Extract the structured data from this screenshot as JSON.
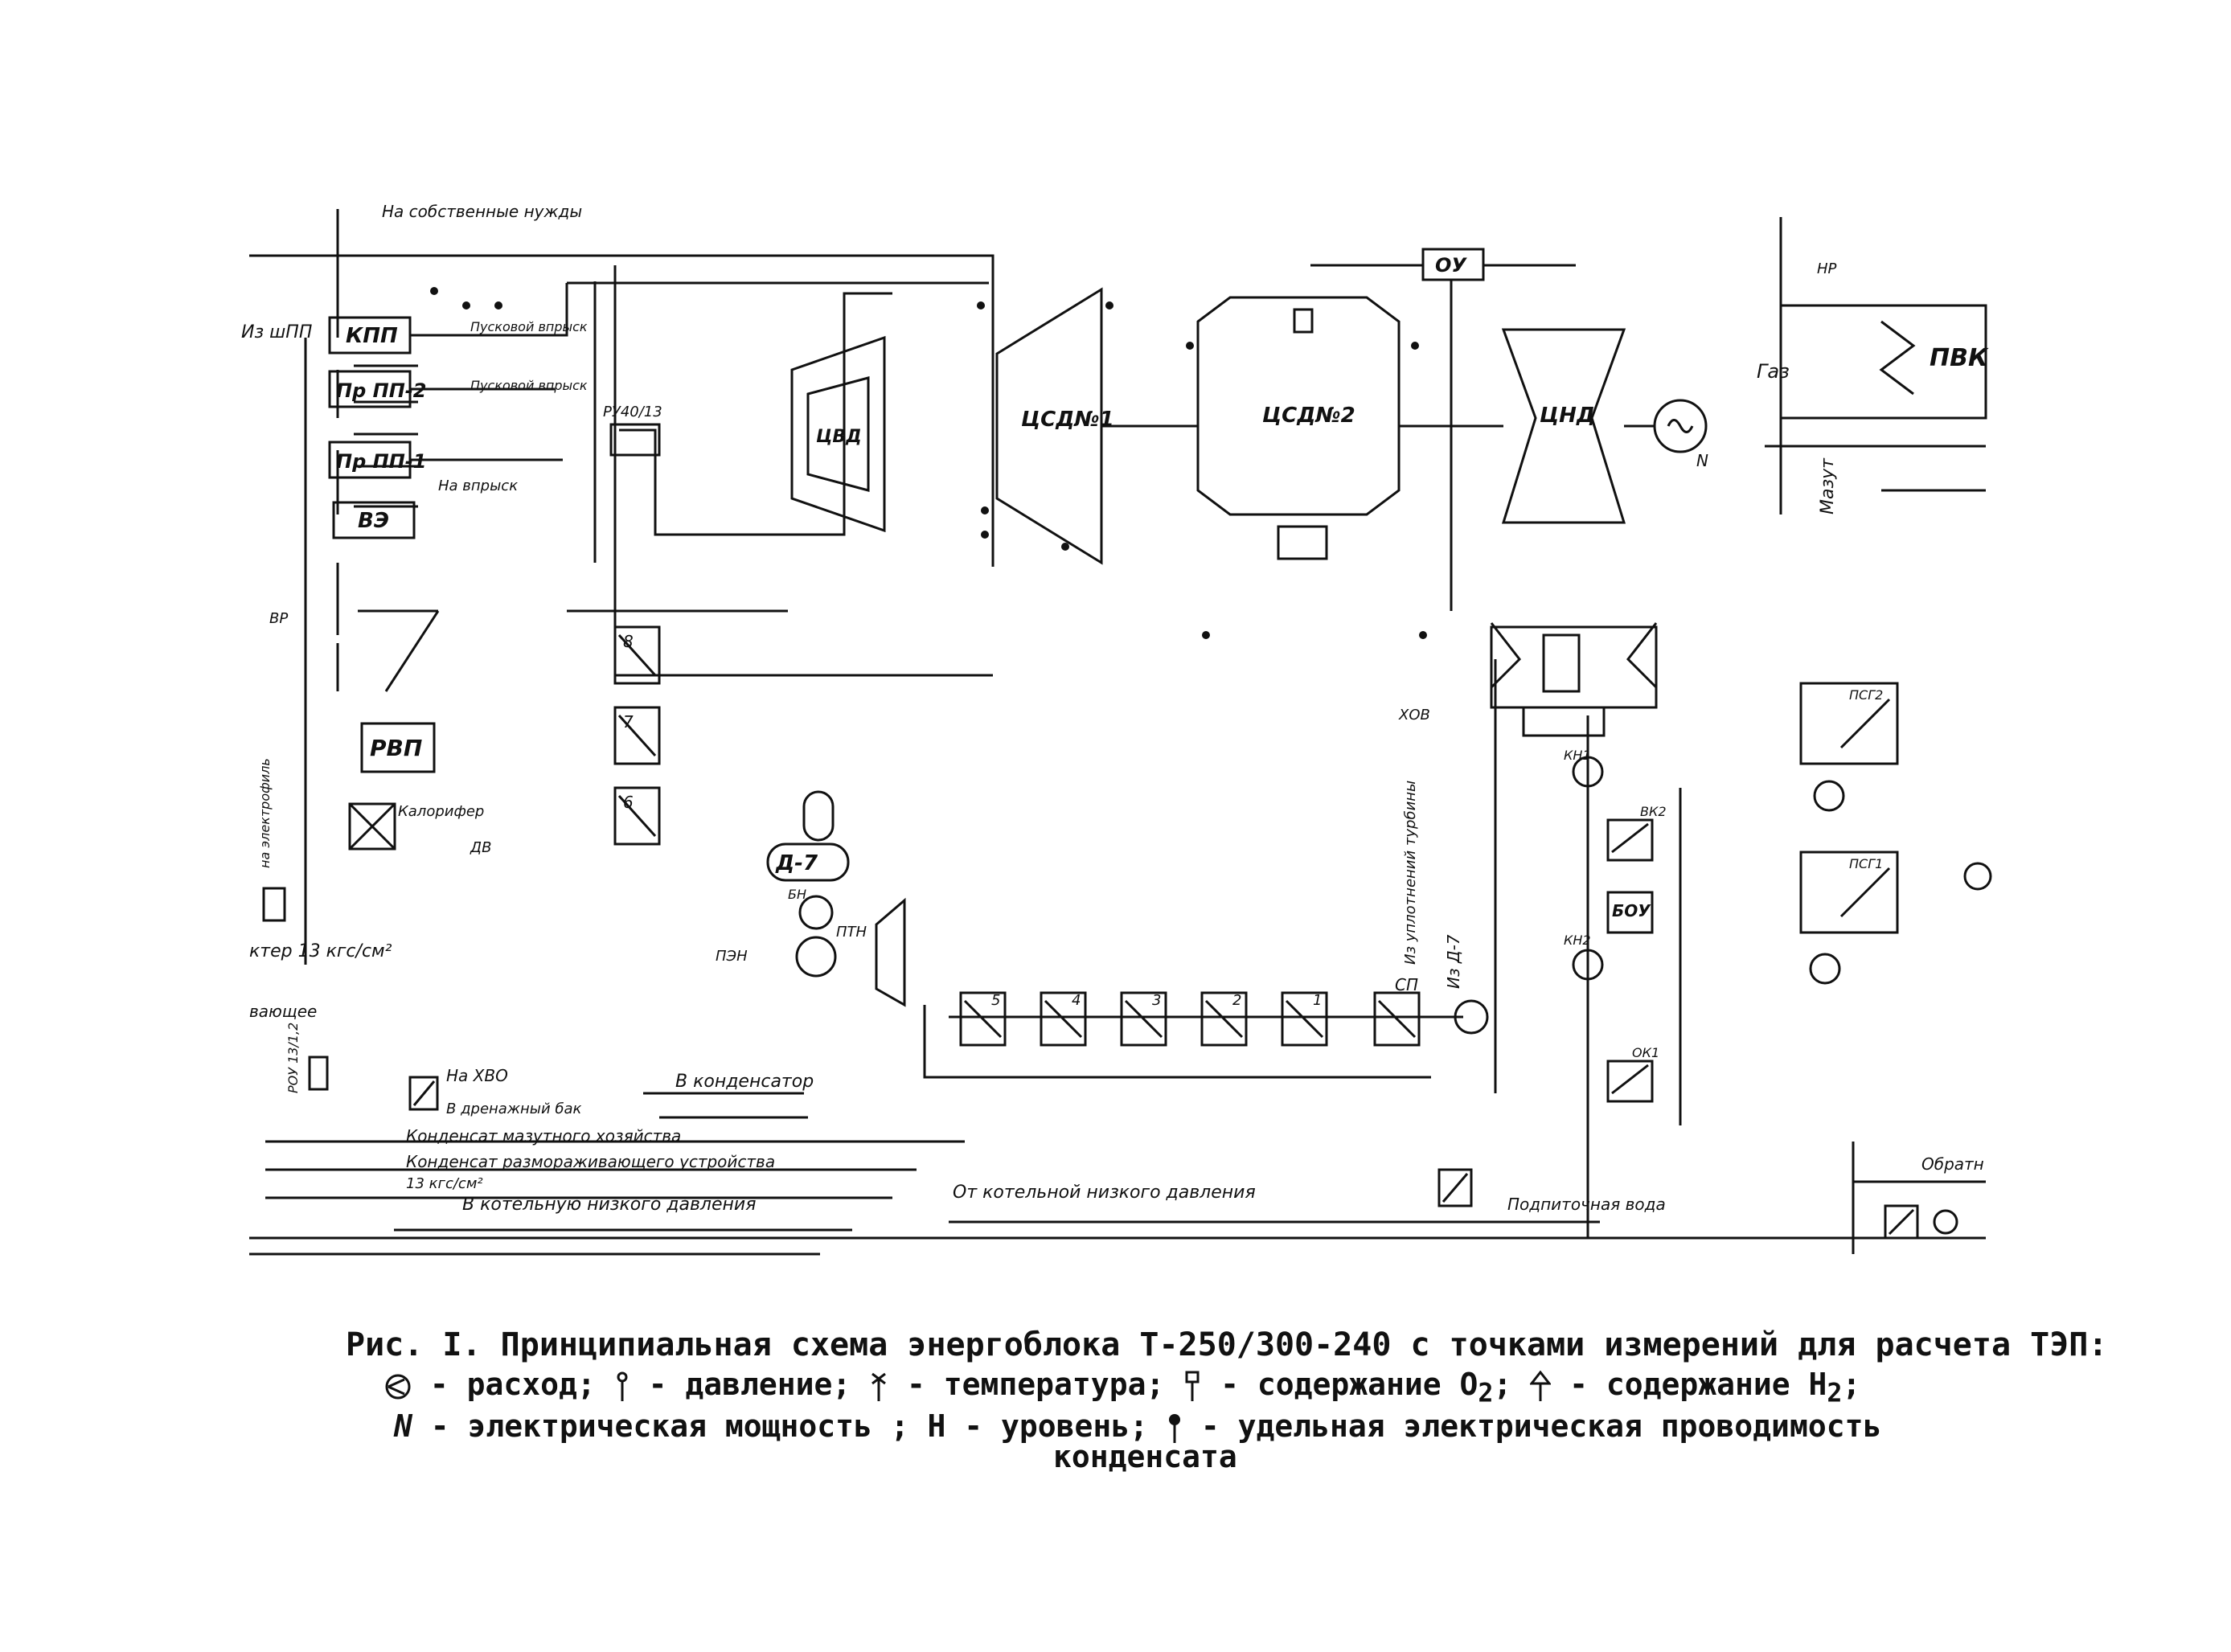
{
  "labels": {
    "own_needs": "На собственные нужды",
    "from_shpp": "Из шПП",
    "kpp": "КПП",
    "pr_pp2": "Пр ПП-2",
    "pr_pp1": "Пр ПП-1",
    "startup_inj1": "Пусковой впрыск",
    "startup_inj2": "Пусковой впрыск",
    "ve": "ВЭ",
    "to_injection": "На впрыск",
    "ru": "РУ40/13",
    "cvd": "ЦВД",
    "csd1": "ЦСД№1",
    "csd2": "ЦСД№2",
    "cnd": "ЦНД",
    "ou": "ОУ",
    "pvk": "ПВК",
    "np": "НР",
    "gas": "Газ",
    "mazut": "Мазут",
    "generator_n": "N",
    "vr": "ВР",
    "rvp": "РВП",
    "calorifer": "Калорифер",
    "dv": "ДВ",
    "d7": "Д-7",
    "bn": "БН",
    "pen": "ПЭН",
    "ptn": "ПТН",
    "hp8": "8",
    "hp7": "7",
    "hp6": "6",
    "lp5": "5",
    "lp4": "4",
    "lp3": "3",
    "lp2": "2",
    "lp1": "1",
    "sp": "СП",
    "khov": "ХОВ",
    "kn1": "КН1",
    "kn2": "КН2",
    "vk2": "ВК2",
    "bou": "БОУ",
    "ok1": "ОК1",
    "psg2": "ПСГ2",
    "psg1": "ПСГ1",
    "from_seals": "Из уплотнений турбины",
    "from_d7": "Из Д-7",
    "to_condenser": "В конденсатор",
    "to_hvo": "На ХВО",
    "drain_tank": "В дренажный бак",
    "collector13": "ктер 13 кгс/см²",
    "rou": "РОУ 13/1,2",
    "mazut_cond": "Конденсат мазутного хозяйства",
    "thaw_cond": "Конденсат размораживающего устройства",
    "p13": "13 кгс/см²",
    "boiler_low": "В котельную низкого давления",
    "from_boiler_low": "От котельной низкого давления",
    "makeup_water": "Подпиточная вода",
    "return_label": "Обратн",
    "left_vert": "на электрофиль",
    "left_frag": "вающее"
  },
  "caption": {
    "title": "Рис. I. Принципиальная схема энергоблока Т-250/300-240 с точками измерений для расчета ТЭП:",
    "flow": "- расход;",
    "pressure": "- давление;",
    "temperature": "- температура;",
    "o2": "- содержание O",
    "o2_sub": "2",
    "h2": "- содержание H",
    "h2_sub": "2",
    "power_sym": "N",
    "power": "- электрическая мощность ;",
    "level_sym": "Н",
    "level": "- уровень;",
    "conductivity": "- удельная электрическая проводимость",
    "conductivity2": "конденсата"
  },
  "colors": {
    "ink": "#111111",
    "paper": "#ffffff"
  }
}
